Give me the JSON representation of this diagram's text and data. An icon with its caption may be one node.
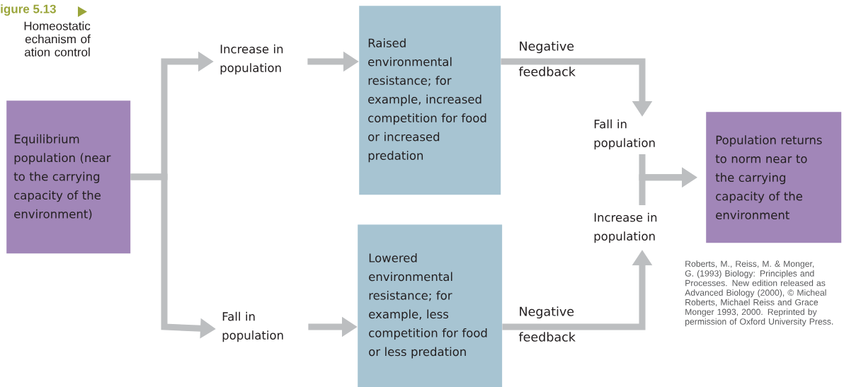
{
  "diagram": {
    "title": "igure 5.13",
    "caption": "Homeostatic echanism of ation control",
    "nodes": [
      {
        "text": [
          "Equilibrium population (near to the carrying capacity of the environment)"
        ]
      },
      {
        "text": [
          "Increase in population"
        ]
      },
      {
        "text": [
          "Raised environmental resistance; for example, increased competition for food or increased predation"
        ]
      },
      {
        "text": [
          "Fall in population"
        ]
      },
      {
        "text": [
          "Lowered environmental resistance; for example, less competition for food or less predation"
        ]
      },
      {
        "text": [
          "Fall in population"
        ]
      },
      {
        "text": [
          "Increase in population"
        ]
      },
      {
        "text": [
          "Population returns to norm near to the carrying capacity of the environment"
        ]
      }
    ],
    "edges": [
      {
        "from": 0,
        "to": 1,
        "arrow": "to"
      },
      {
        "from": 0,
        "to": 3,
        "arrow": "to"
      },
      {
        "from": 1,
        "to": 2,
        "arrow": "to"
      },
      {
        "from": 3,
        "to": 4,
        "arrow": "to"
      },
      {
        "from": 2,
        "to": 5,
        "arrow": "to",
        "label": "Negative feedback"
      },
      {
        "from": 4,
        "to": 6,
        "arrow": "to",
        "label": "Negative feedback"
      },
      {
        "from": 5,
        "to": 7,
        "arrow": "to"
      },
      {
        "from": 6,
        "to": 7,
        "arrow": "to"
      }
    ],
    "labels": [
      "Roberts, M., Reiss, M. & Monger, G. (1993) Biology: Principles and Processes. New edition released as Advanced Biology (2000), © Micheal Roberts, Michael Reiss and Grace Monger 1993, 2000. Reprinted by permission of Oxford University Press."
    ]
  }
}
